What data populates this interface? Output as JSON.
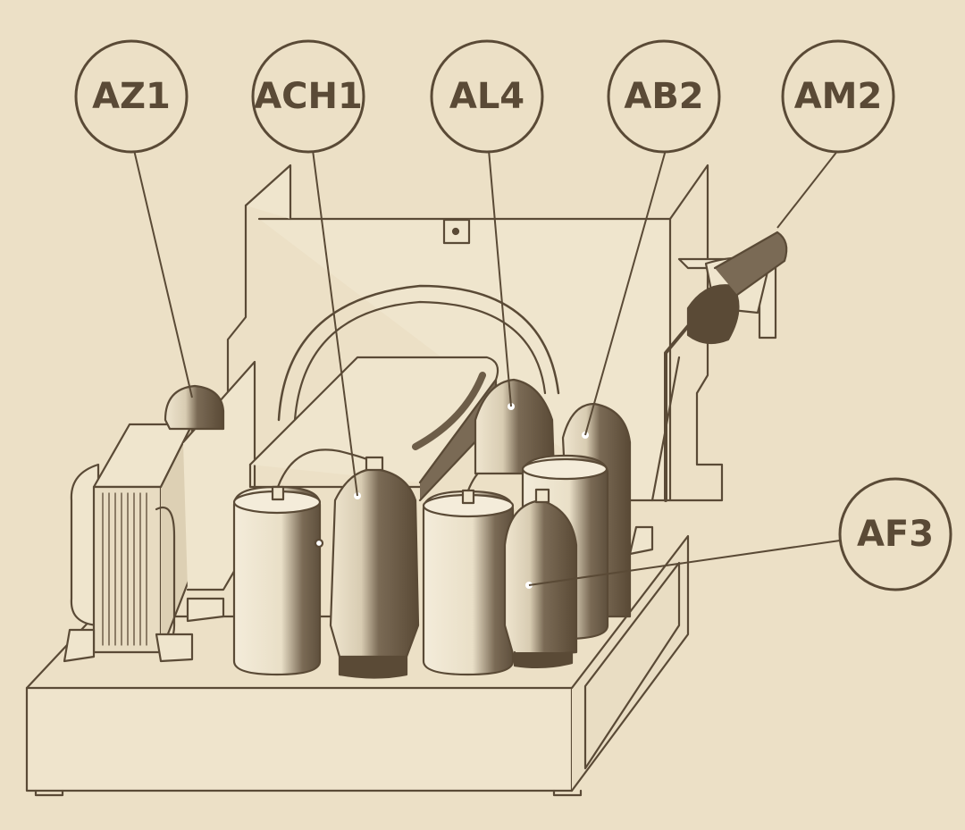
{
  "diagram": {
    "labels": [
      {
        "id": "az1",
        "text": "AZ1"
      },
      {
        "id": "ach1",
        "text": "ACH1"
      },
      {
        "id": "al4",
        "text": "AL4"
      },
      {
        "id": "ab2",
        "text": "AB2"
      },
      {
        "id": "am2",
        "text": "AM2"
      },
      {
        "id": "af3",
        "text": "AF3"
      }
    ],
    "colors": {
      "paper": "#ece0c6",
      "ink": "#5a4a36",
      "tube_dark": "#7a6a55",
      "can_fill": "#f3ead6"
    }
  }
}
